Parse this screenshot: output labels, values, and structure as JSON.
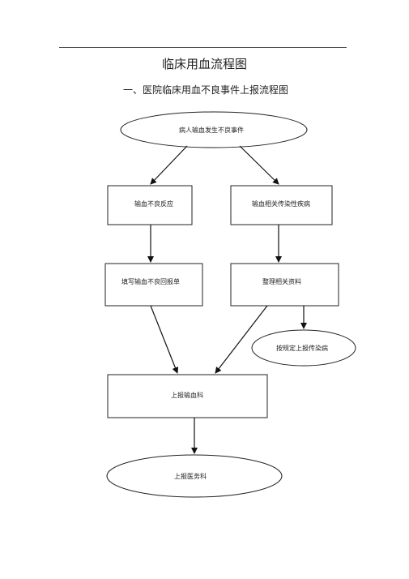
{
  "document": {
    "title": "临床用血流程图",
    "subtitle": "一、医院临床用血不良事件上报流程图"
  },
  "diagram": {
    "nodes": {
      "start": "病人输血发生不良事件",
      "reaction": "输血不良反应",
      "disease": "输血相关传染性疾病",
      "fill_form": "填写输血不良回报单",
      "organize": "整理相关资料",
      "report_infectious": "按规定上报传染病",
      "report_transfusion": "上报输血科",
      "report_medical": "上报医务科"
    }
  }
}
